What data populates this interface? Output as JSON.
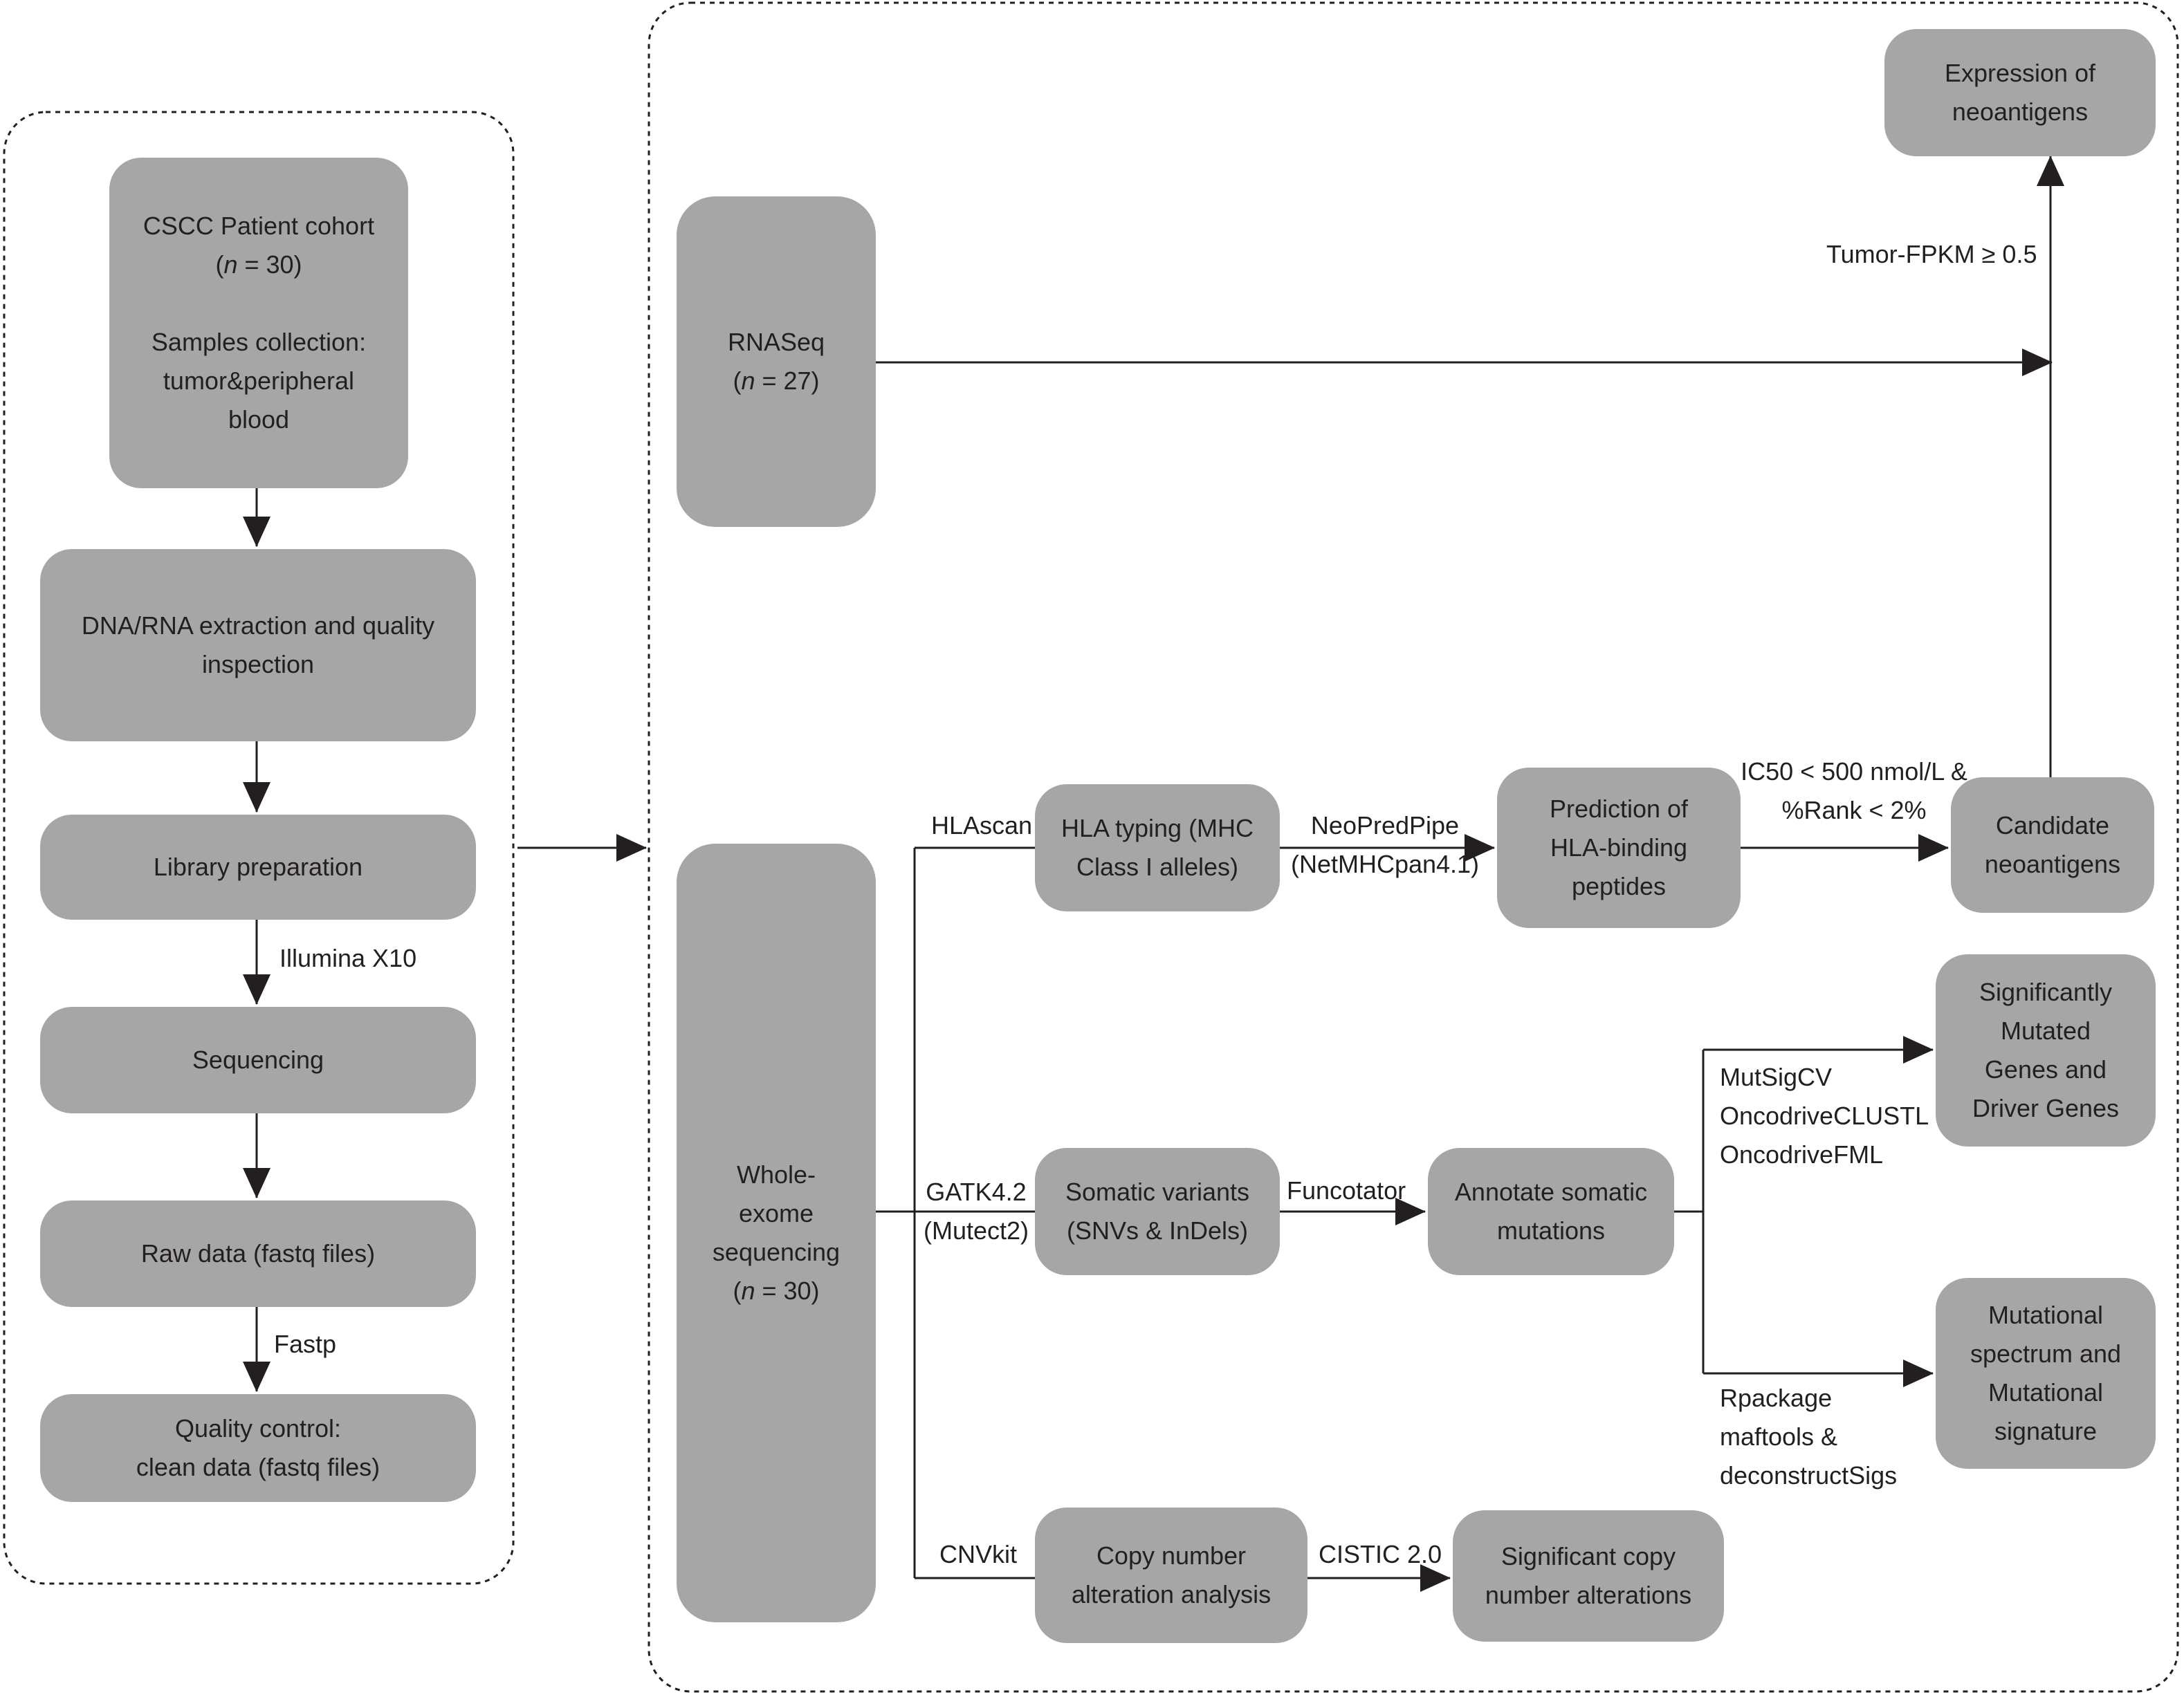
{
  "left_panel": {
    "cohort": {
      "line1": "CSCC Patient cohort",
      "line2_prefix": "(",
      "line2_var": "n",
      "line2_suffix": " = 30)",
      "line3": "Samples collection:",
      "line4": "tumor&peripheral",
      "line5": "blood"
    },
    "extraction": {
      "line1": "DNA/RNA extraction and quality",
      "line2": "inspection"
    },
    "library": "Library preparation",
    "illumina_label": "Illumina X10",
    "sequencing": "Sequencing",
    "raw_data": "Raw data (fastq files)",
    "fastp_label": "Fastp",
    "qc": {
      "line1": "Quality control:",
      "line2": "clean data (fastq files)"
    }
  },
  "right_panel": {
    "rnaseq": {
      "line1": "RNASeq",
      "line2_prefix": "(",
      "line2_var": "n",
      "line2_suffix": " = 27)"
    },
    "wes": {
      "line1": "Whole-",
      "line2": "exome",
      "line3": "sequencing",
      "line4_prefix": "(",
      "line4_var": "n",
      "line4_suffix": " = 30)"
    },
    "expression": {
      "line1": "Expression of",
      "line2": "neoantigens"
    },
    "fpkm_label": "Tumor-FPKM ≥ 0.5",
    "hlascan_label": "HLAscan",
    "hla_typing": {
      "line1": "HLA typing (MHC",
      "line2": "Class I alleles)"
    },
    "neopredpipe_label": {
      "line1": "NeoPredPipe",
      "line2": "(NetMHCpan4.1)"
    },
    "prediction": {
      "line1": "Prediction of",
      "line2": "HLA-binding",
      "line3": "peptides"
    },
    "ic50_label": {
      "line1": "IC50 < 500 nmol/L &",
      "line2": "%Rank < 2%"
    },
    "candidate": {
      "line1": "Candidate",
      "line2": "neoantigens"
    },
    "gatk_label": {
      "line1": "GATK4.2",
      "line2": "(Mutect2)"
    },
    "somatic": {
      "line1": "Somatic variants",
      "line2": "(SNVs & InDels)"
    },
    "funcotator_label": "Funcotator",
    "annotate": {
      "line1": "Annotate somatic",
      "line2": "mutations"
    },
    "mutsig_label": {
      "line1": "MutSigCV",
      "line2": "OncodriveCLUSTL",
      "line3": "OncodriveFML"
    },
    "smg": {
      "line1": "Significantly",
      "line2": "Mutated",
      "line3": "Genes and",
      "line4": "Driver Genes"
    },
    "rpackage_label": {
      "line1": "Rpackage",
      "line2": "maftools &",
      "line3": "deconstructSigs"
    },
    "spectrum": {
      "line1": "Mutational",
      "line2": "spectrum and",
      "line3": "Mutational",
      "line4": "signature"
    },
    "cnvkit_label": "CNVkit",
    "cna": {
      "line1": "Copy number",
      "line2": "alteration analysis"
    },
    "gistic_label": "CISTIC 2.0",
    "scna": {
      "line1": "Significant copy",
      "line2": "number alterations"
    }
  },
  "colors": {
    "box_fill": "#a7a6a6",
    "line": "#231f20"
  }
}
